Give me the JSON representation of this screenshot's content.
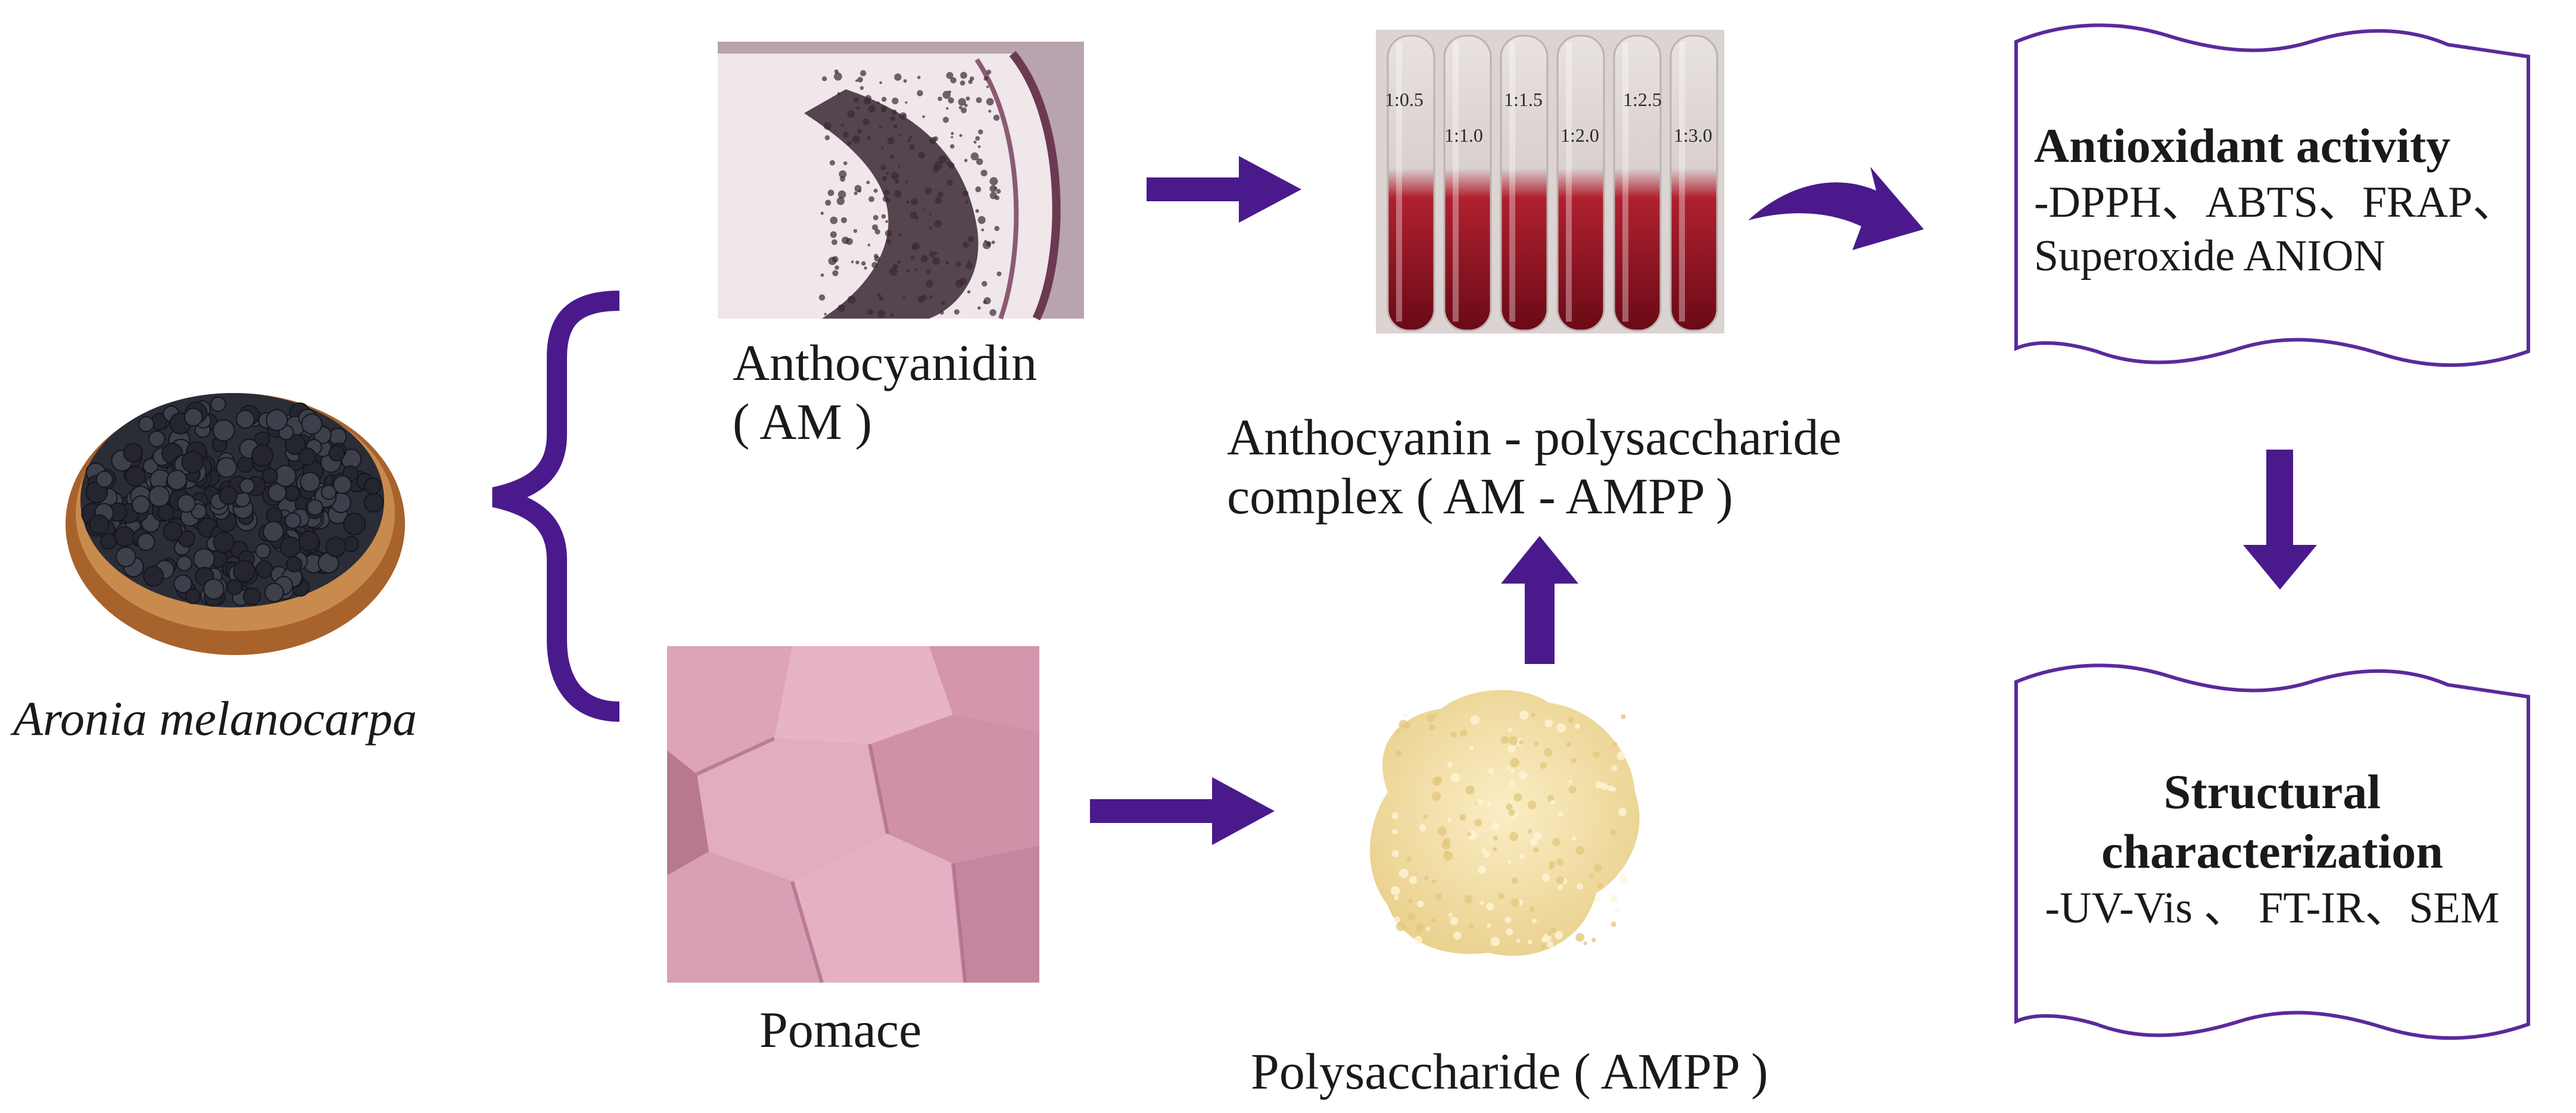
{
  "colors": {
    "arrow": "#4a1a8c",
    "brace": "#4a1a8c",
    "doc_border": "#5a2a9c",
    "berry": "#2a2c36",
    "bowl": "#a8622b",
    "residue": "#9a7288",
    "pomace": "#d799b1",
    "tube_liquid": "#8a0d1e",
    "polysaccharide": "#f2dfa6"
  },
  "labels": {
    "aronia": "Aronia melanocarpa",
    "anthocyanidin_1": "Anthocyanidin",
    "anthocyanidin_2": "( AM )",
    "pomace": "Pomace",
    "complex_1": "Anthocyanin - polysaccharide",
    "complex_2": "complex ( AM - AMPP )",
    "polysaccharide": "Polysaccharide ( AMPP )"
  },
  "ratios": [
    "1:0.5",
    "1:1.0",
    "1:1.5",
    "1:2.0",
    "1:2.5",
    "1:3.0"
  ],
  "antioxidant": {
    "title": "Antioxidant activity",
    "line1": "-DPPH、ABTS、FRAP、",
    "line2": "Superoxide ANION"
  },
  "structural": {
    "title1": "Structural",
    "title2": "characterization",
    "line1": "-UV-Vis 、 FT-IR、SEM"
  }
}
